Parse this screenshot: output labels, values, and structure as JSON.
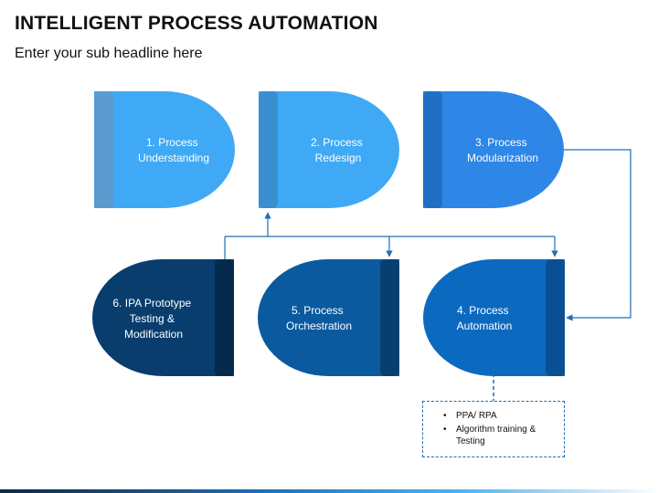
{
  "header": {
    "title": "INTELLIGENT PROCESS AUTOMATION",
    "subtitle": "Enter your sub headline here"
  },
  "diagram": {
    "nodes": [
      {
        "id": "n1",
        "lines": [
          "1. Process",
          "Understanding"
        ],
        "fill": "#3fa9f5",
        "band": "#5b9bd0"
      },
      {
        "id": "n2",
        "lines": [
          "2. Process",
          "Redesign"
        ],
        "fill": "#3fa9f5",
        "band": "#3a8fd0"
      },
      {
        "id": "n3",
        "lines": [
          "3. Process",
          "Modularization"
        ],
        "fill": "#2e86e6",
        "band": "#1f6fc4"
      },
      {
        "id": "n4",
        "lines": [
          "4. Process",
          "Automation"
        ],
        "fill": "#0b6ac0",
        "band": "#0a4f94"
      },
      {
        "id": "n5",
        "lines": [
          "5. Process",
          "Orchestration"
        ],
        "fill": "#0b5aa0",
        "band": "#06406f"
      },
      {
        "id": "n6",
        "lines": [
          "6. IPA Prototype",
          "Testing &",
          "Modification"
        ],
        "fill": "#083d6e",
        "band": "#052a4c"
      }
    ],
    "note": {
      "items": [
        "PPA/ RPA",
        "Algorithm training & Testing"
      ]
    },
    "colors": {
      "connector": "#1f6fb2"
    }
  }
}
